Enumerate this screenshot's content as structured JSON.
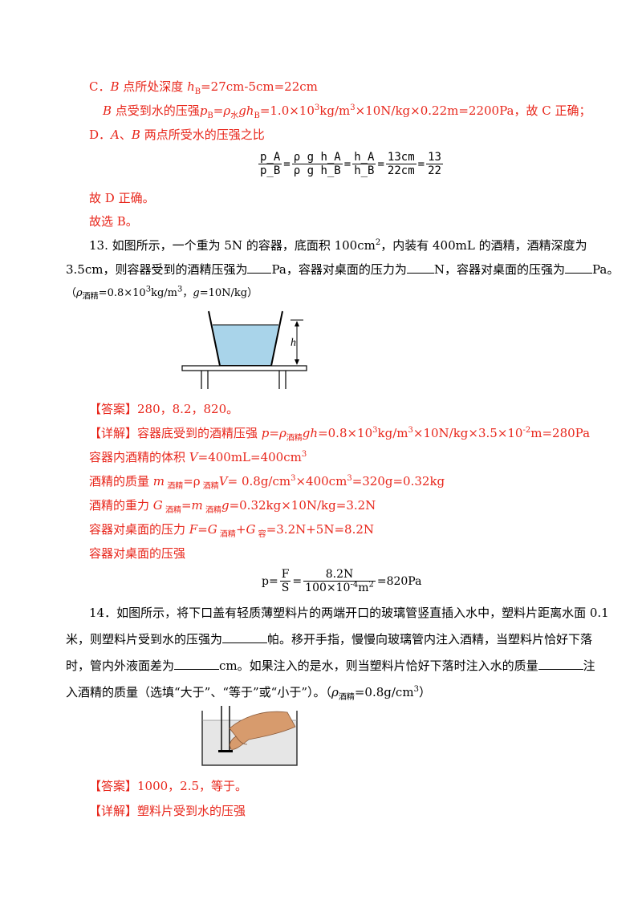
{
  "c_line": {
    "label": "C．",
    "b_point": "B",
    "text": " 点所处深度 ",
    "h": "h",
    "sub": "B",
    "rest": "=27cm-5cm=22cm"
  },
  "c_line2": {
    "b_point": "B",
    "text": " 点受到水的压强",
    "p": "p",
    "psub": "B",
    "eq": "=",
    "rho": "ρ",
    "rho_sub": "水",
    "gh": "gh",
    "ghsub": "B",
    "calc1": "=1.0×10",
    "exp1": "3",
    "calc2": "kg/m",
    "exp2": "3",
    "calc3": "×10N/kg×0.22m=2200Pa，故 C 正确；"
  },
  "d_line": {
    "label": "D．",
    "a": "A",
    "sep": "、",
    "b": "B",
    "text": " 两点所受水的压强之比"
  },
  "formula1": {
    "f1_num": "p_A",
    "f1_den": "p_B",
    "f2_num": "ρ g h_A",
    "f2_den": "ρ g h_B",
    "f3_num": "h_A",
    "f3_den": "h_B",
    "f4_num": "13cm",
    "f4_den": "22cm",
    "f5_num": "13",
    "f5_den": "22",
    "eq": "="
  },
  "d_correct": "故 D 正确。",
  "choose": "故选 B。",
  "q13": {
    "line1a": "13. 如图所示，一个重为  5N 的容器，底面积 100cm",
    "line1b": "2",
    "line1c": "，内装有 400mL 的酒精，酒精深度为",
    "line2a": "3.5cm，则容器受到的酒精压强为",
    "line2b": "Pa，容器对桌面的压力为",
    "line2c": "N，容器对桌面的压强为",
    "line2d": "Pa。",
    "line3a": "（",
    "line3rho": "ρ",
    "line3sub": "酒精",
    "line3b": "=0.8×10",
    "line3exp": "3",
    "line3c": "kg/m",
    "line3exp2": "3",
    "line3d": "，",
    "line3g": "g",
    "line3e": "=10N/kg）",
    "figure_label": "h"
  },
  "a13": {
    "answer": "【答案】280，8.2，820。",
    "detail_tag": "【详解】",
    "d1": "容器底受到的酒精压强  ",
    "d1f": "p=ρ",
    "d1sub": "酒精",
    "d1g": "gh",
    "d1c": "=0.8×10",
    "d1e": "3",
    "d1d": "kg/m",
    "d1e2": "3",
    "d1f2": "×10N/kg×3.5×10",
    "d1e3": "-2",
    "d1g2": "m=280Pa",
    "d2": "容器内酒精的体积 ",
    "d2v": "V",
    "d2r": "=400mL=400cm",
    "d2e": "3",
    "d3": "酒精的质量   ",
    "d3m": "m",
    "d3sub": " 酒精",
    "d3r1": "=ρ",
    "d3sub2": " 酒精",
    "d3v": "V",
    "d3r2": "= 0.8g/cm",
    "d3e": "3",
    "d3r3": "×400cm",
    "d3e2": "3",
    "d3r4": "=320g=0.32kg",
    "d4": "酒精的重力  ",
    "d4g": "G",
    "d4sub": " 酒精",
    "d4r1": "=",
    "d4m": "m",
    "d4sub2": " 酒精",
    "d4g2": "g",
    "d4r2": "=0.32kg×10N/kg=3.2N",
    "d5": "容器对桌面的压力  ",
    "d5f": "F=G",
    "d5sub": " 酒精",
    "d5p": "+G",
    "d5sub2": " 容",
    "d5r": "=3.2N+5N=8.2N",
    "d6": "容器对桌面的压强",
    "f_p": "p=",
    "f_F": "F",
    "f_S": "S",
    "f_eq": "=",
    "f_num": "8.2N",
    "f_den": "100×10",
    "f_den_exp": "-4",
    "f_den_unit": "m",
    "f_den_exp2": "2",
    "f_res": "=820Pa"
  },
  "q14": {
    "l1": "14．如图所示，将下口盖有轻质薄塑料片的两端开口的玻璃管竖直插入水中，塑料片距离水面 0.1",
    "l2a": "米，则塑料片受到水的压强为",
    "l2b": "帕。移开手指，慢慢向玻璃管内注入酒精，当塑料片恰好下落",
    "l3a": "时，管内外液面差为",
    "l3b": "cm。如果注入的是水，则当塑料片恰好下落时注入水的质量",
    "l3c": "注",
    "l4a": "入酒精的质量（选填“大于”、“等于”或“小于”）。（",
    "l4rho": "ρ",
    "l4sub": "酒精",
    "l4b": "=0.8g/cm",
    "l4e": "3",
    "l4c": "）"
  },
  "a14": {
    "answer": "【答案】1000，2.5，等于。",
    "detail_tag": "【详解】",
    "d1": "塑料片受到水的压强"
  },
  "colors": {
    "answer_red": "#e8261b",
    "water_blue": "#a9d4ea",
    "text_black": "#000000"
  }
}
